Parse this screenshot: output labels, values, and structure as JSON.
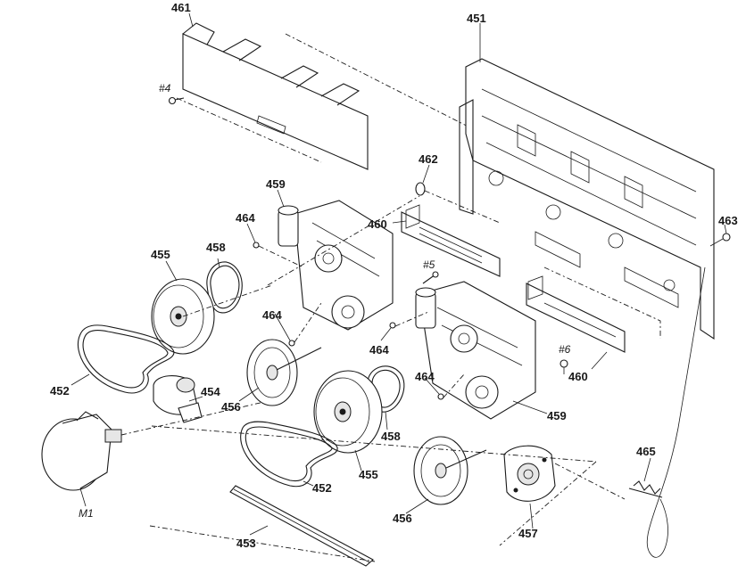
{
  "labels": {
    "p461": "461",
    "p451": "451",
    "s4": "#4",
    "p462": "462",
    "p459a": "459",
    "p463": "463",
    "p464a": "464",
    "p460a": "460",
    "p458a": "458",
    "p455a": "455",
    "s5": "#5",
    "p464b": "464",
    "p464c": "464",
    "p452a": "452",
    "s6": "#6",
    "p456a": "456",
    "p454": "454",
    "p460b": "460",
    "p464d": "464",
    "p459b": "459",
    "p458b": "458",
    "m1": "M1",
    "p455b": "455",
    "p465": "465",
    "p452b": "452",
    "p456b": "456",
    "p453": "453",
    "p457": "457"
  }
}
